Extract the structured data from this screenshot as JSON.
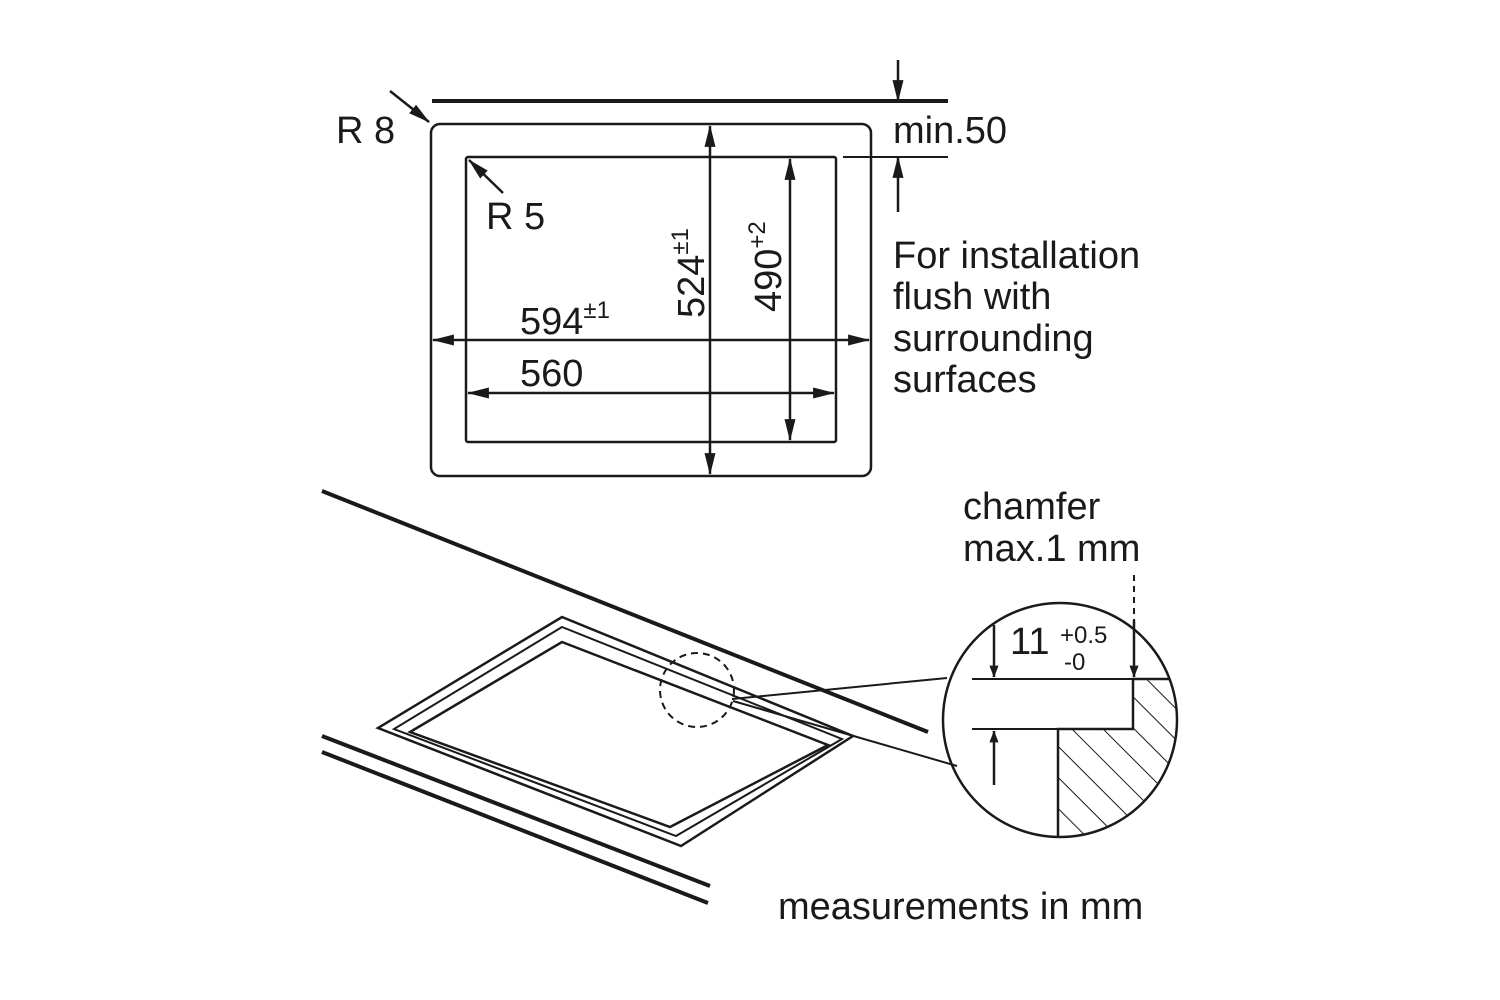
{
  "colors": {
    "ink": "#1a1a1a",
    "background": "#ffffff"
  },
  "plan": {
    "outer_radius_label": "R 8",
    "inner_radius_label": "R 5",
    "min_clearance_label": "min.50",
    "width_outer": {
      "main": "594",
      "tolerance": "±1"
    },
    "width_inner": {
      "main": "560"
    },
    "depth_outer": {
      "main": "524",
      "tolerance": "±1"
    },
    "depth_inner": {
      "main": "490",
      "tolerance": "+2"
    },
    "note_lines": [
      "For installation",
      "flush with",
      "surrounding",
      "surfaces"
    ]
  },
  "detail": {
    "chamfer_lines": [
      "chamfer",
      "max.1 mm"
    ],
    "step_depth": {
      "main": "11",
      "tol_upper": "+0.5",
      "tol_lower": "-0"
    }
  },
  "footer": {
    "units_note": "measurements in mm"
  }
}
